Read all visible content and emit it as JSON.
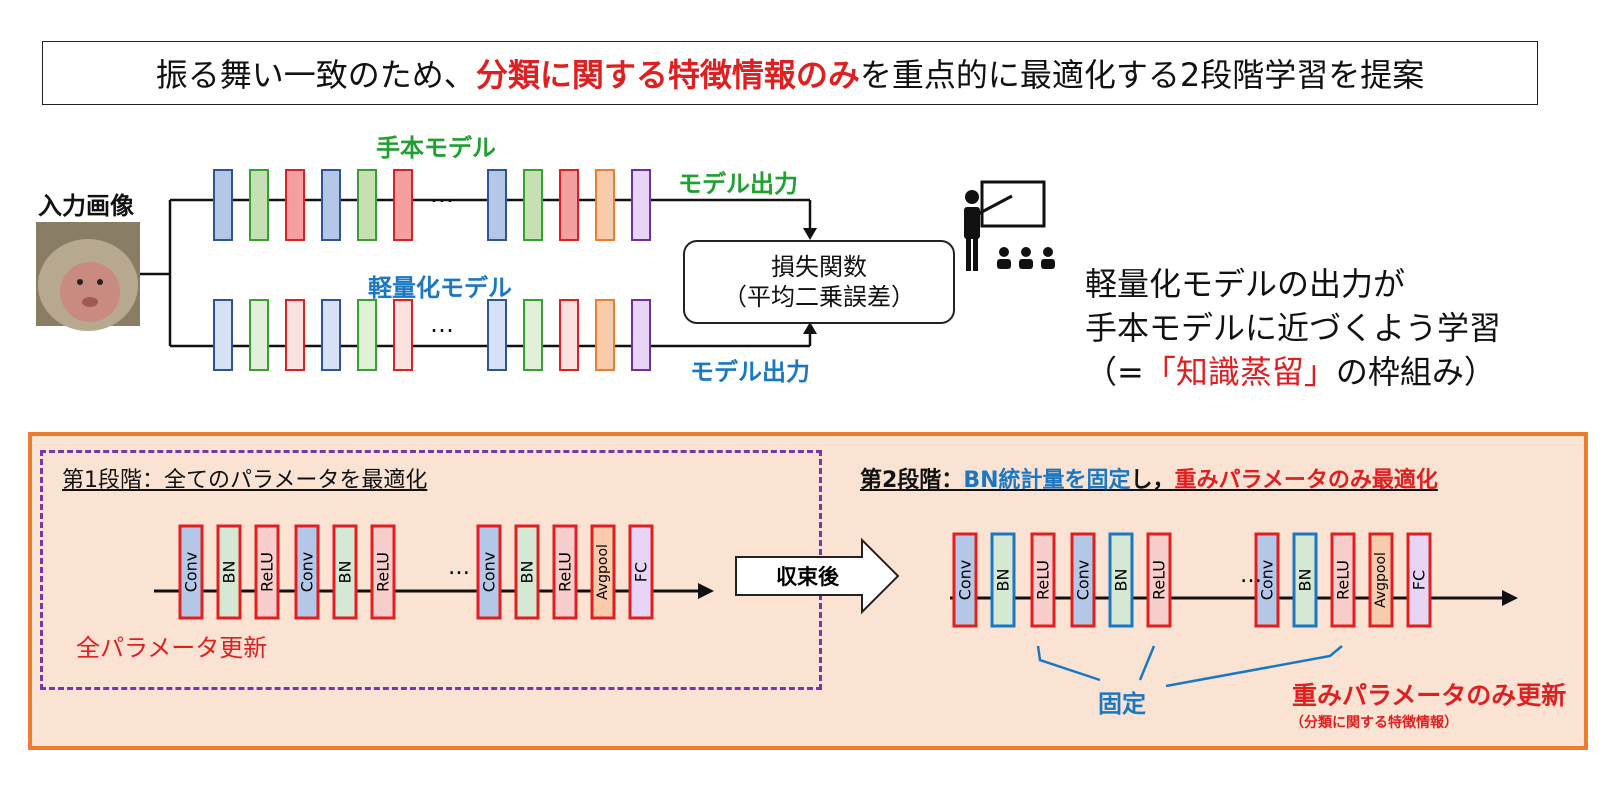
{
  "title": {
    "pre": "振る舞い一致のため、",
    "highlight": "分類に関する特徴情報のみ",
    "post": "を重点的に最適化する2段階学習を提案"
  },
  "input_label": "入力画像",
  "teacher_label": "手本モデル",
  "student_label": "軽量化モデル",
  "teacher_output": "モデル出力",
  "student_output": "モデル出力",
  "ellipsis": "…",
  "loss": {
    "line1": "損失関数",
    "line2": "（平均二乗誤差）"
  },
  "explanation": {
    "line1": "軽量化モデルの出力が",
    "line2": "手本モデルに近づくよう学習",
    "line3_pre": "（=",
    "line3_hl": "「知識蒸留」",
    "line3_post": "の枠組み）"
  },
  "stage1": {
    "title": "第1段階：全てのパラメータを最適化",
    "note": "全パラメータ更新"
  },
  "arrow_label": "収束後",
  "stage2": {
    "title_prefix": "第2段階：",
    "title_blue": "BN統計量を固定",
    "title_mid": "し，",
    "title_red": "重みパラメータのみ最適化",
    "fixed_label": "固定",
    "update_label": "重みパラメータのみ更新",
    "update_sub": "（分類に関する特徴情報）"
  },
  "layers_left": [
    "Conv",
    "BN",
    "ReLU",
    "Conv",
    "BN",
    "ReLU"
  ],
  "layers_right": [
    "Conv",
    "BN",
    "ReLU",
    "Avgpool",
    "FC"
  ],
  "colors": {
    "conv": "#b4c7e7",
    "bn": "#d5e8d4",
    "relu": "#f8cecc",
    "avgpool": "#f8cbad",
    "fc": "#e8d5f5",
    "accent_red": "#e02020",
    "accent_blue": "#1a78c2",
    "accent_green": "#20a030",
    "panel_bg": "#fbe3d4",
    "panel_border": "#ec7c30",
    "dashed": "#7a35a8"
  }
}
